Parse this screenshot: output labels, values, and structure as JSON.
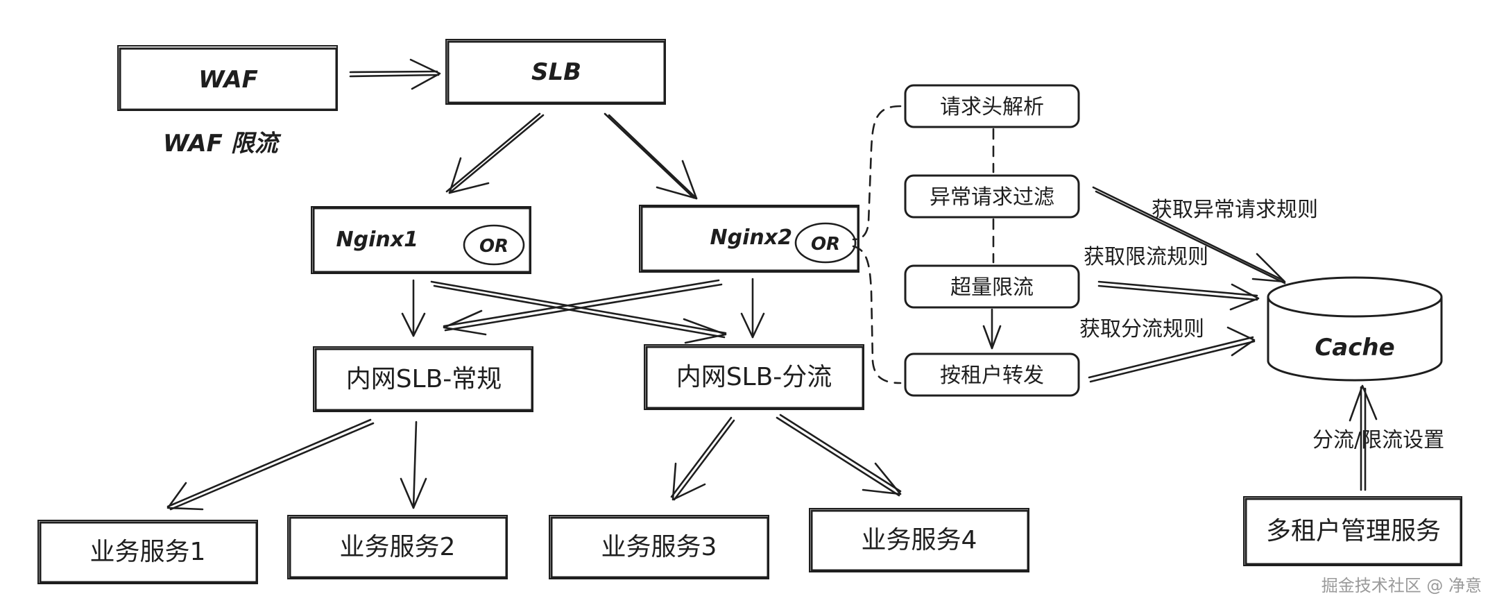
{
  "nodes": {
    "waf": "WAF",
    "slb": "SLB",
    "nginx1": "Nginx1",
    "nginx2": "Nginx2",
    "or": "OR",
    "inner_slb_regular": "内网SLB-常规",
    "inner_slb_split": "内网SLB-分流",
    "service1": "业务服务1",
    "service2": "业务服务2",
    "service3": "业务服务3",
    "service4": "业务服务4",
    "parse_header": "请求头解析",
    "filter_abnormal": "异常请求过滤",
    "over_limit": "超量限流",
    "tenant_forward": "按租户转发",
    "cache": "Cache",
    "tenant_admin": "多租户管理服务"
  },
  "labels": {
    "waf_limit": "WAF 限流",
    "get_abnormal_rules": "获取异常请求规则",
    "get_limit_rules": "获取限流规则",
    "get_split_rules": "获取分流规则",
    "split_limit_settings": "分流/限流设置"
  },
  "watermark": "掘金技术社区 @ 净意"
}
